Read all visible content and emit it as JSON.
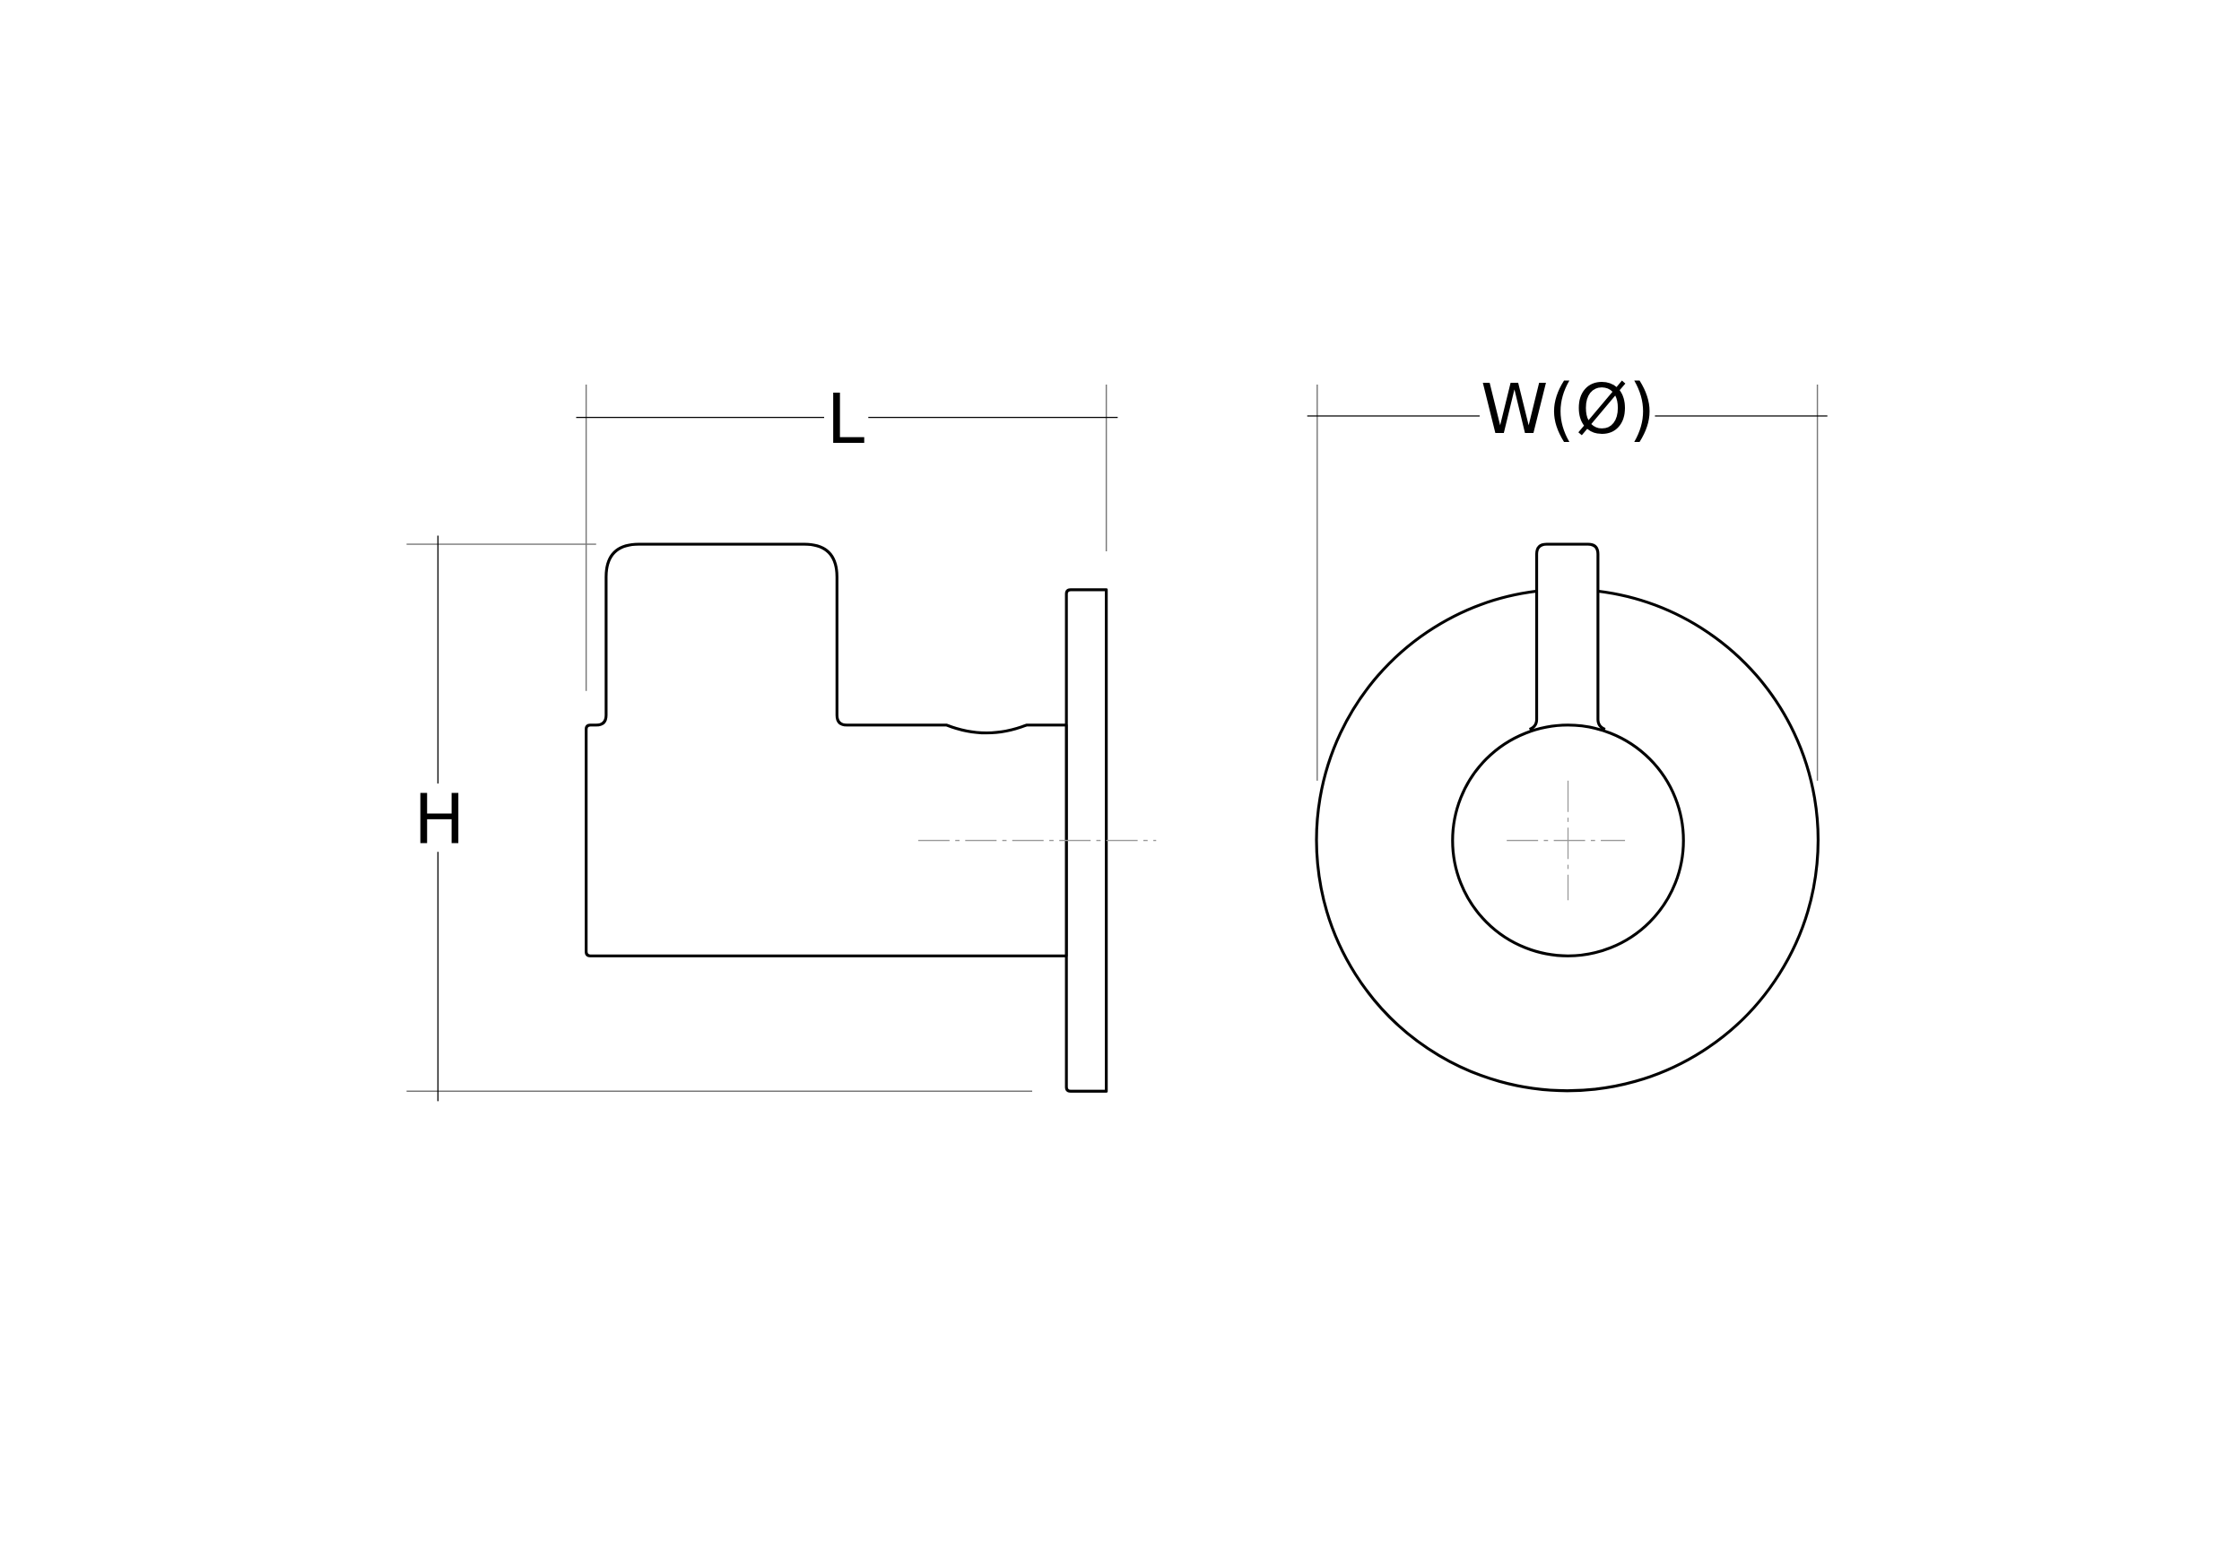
{
  "drawing": {
    "side_view": {
      "length_label": "L",
      "height_label": "H"
    },
    "front_view": {
      "width_label": "W(Ø)"
    },
    "line_color": "#000000",
    "centerline_color": "#999999"
  }
}
